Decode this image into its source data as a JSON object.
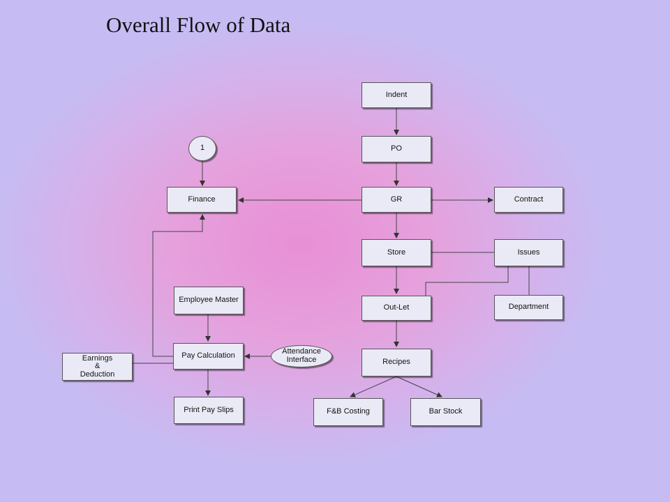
{
  "title": "Overall Flow of Data",
  "nodes": {
    "indent": "Indent",
    "po": "PO",
    "gr": "GR",
    "contract": "Contract",
    "finance": "Finance",
    "connector": "1",
    "store": "Store",
    "issues": "Issues",
    "outlet": "Out-Let",
    "department": "Department",
    "recipes": "Recipes",
    "fb_costing": "F&B Costing",
    "bar_stock": "Bar Stock",
    "employee_master": "Employee Master",
    "pay_calculation": "Pay Calculation",
    "attendance_interface": "Attendance\nInterface",
    "earnings_deduction": "Earnings\n&\nDeduction",
    "print_pay_slips": "Print Pay Slips"
  }
}
